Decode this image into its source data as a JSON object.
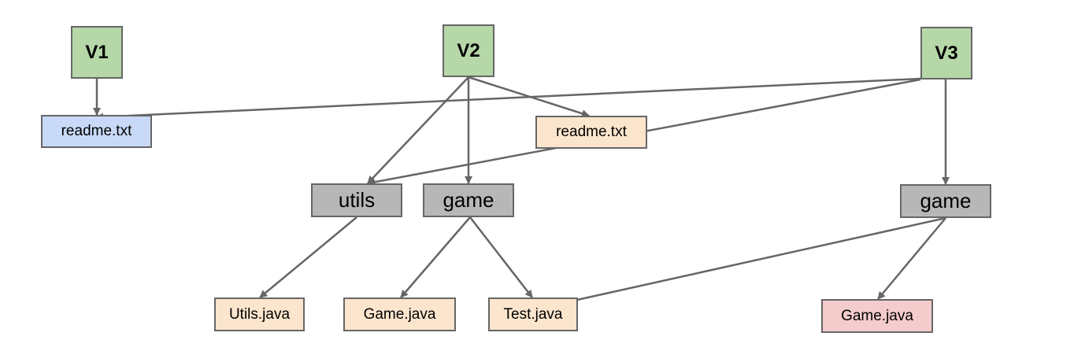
{
  "colors": {
    "commit": "#b6d7a8",
    "readme_v1": "#c9daf8",
    "file_shared": "#fce5cd",
    "tree": "#b7b7b7",
    "file_changed": "#f4cccc",
    "border": "#666666",
    "edge": "#666666"
  },
  "nodes": {
    "v1": {
      "label": "V1",
      "kind": "commit",
      "color": "commit"
    },
    "v2": {
      "label": "V2",
      "kind": "commit",
      "color": "commit"
    },
    "v3": {
      "label": "V3",
      "kind": "commit",
      "color": "commit"
    },
    "readme1": {
      "label": "readme.txt",
      "kind": "file",
      "color": "readme_v1"
    },
    "readme2": {
      "label": "readme.txt",
      "kind": "file",
      "color": "file_shared"
    },
    "utils": {
      "label": "utils",
      "kind": "tree",
      "color": "tree"
    },
    "game2": {
      "label": "game",
      "kind": "tree",
      "color": "tree"
    },
    "game3": {
      "label": "game",
      "kind": "tree",
      "color": "tree"
    },
    "utilsjava": {
      "label": "Utils.java",
      "kind": "file",
      "color": "file_shared"
    },
    "gamejava2": {
      "label": "Game.java",
      "kind": "file",
      "color": "file_shared"
    },
    "testjava": {
      "label": "Test.java",
      "kind": "file",
      "color": "file_shared"
    },
    "gamejava3": {
      "label": "Game.java",
      "kind": "file",
      "color": "file_changed"
    }
  },
  "edges": [
    {
      "from": "v1",
      "to": "readme1"
    },
    {
      "from": "v2",
      "to": "readme2"
    },
    {
      "from": "v2",
      "to": "utils"
    },
    {
      "from": "v2",
      "to": "game2"
    },
    {
      "from": "v3",
      "to": "readme1"
    },
    {
      "from": "v3",
      "to": "utils"
    },
    {
      "from": "v3",
      "to": "game3"
    },
    {
      "from": "utils",
      "to": "utilsjava"
    },
    {
      "from": "game2",
      "to": "gamejava2"
    },
    {
      "from": "game2",
      "to": "testjava"
    },
    {
      "from": "game3",
      "to": "testjava"
    },
    {
      "from": "game3",
      "to": "gamejava3"
    }
  ]
}
